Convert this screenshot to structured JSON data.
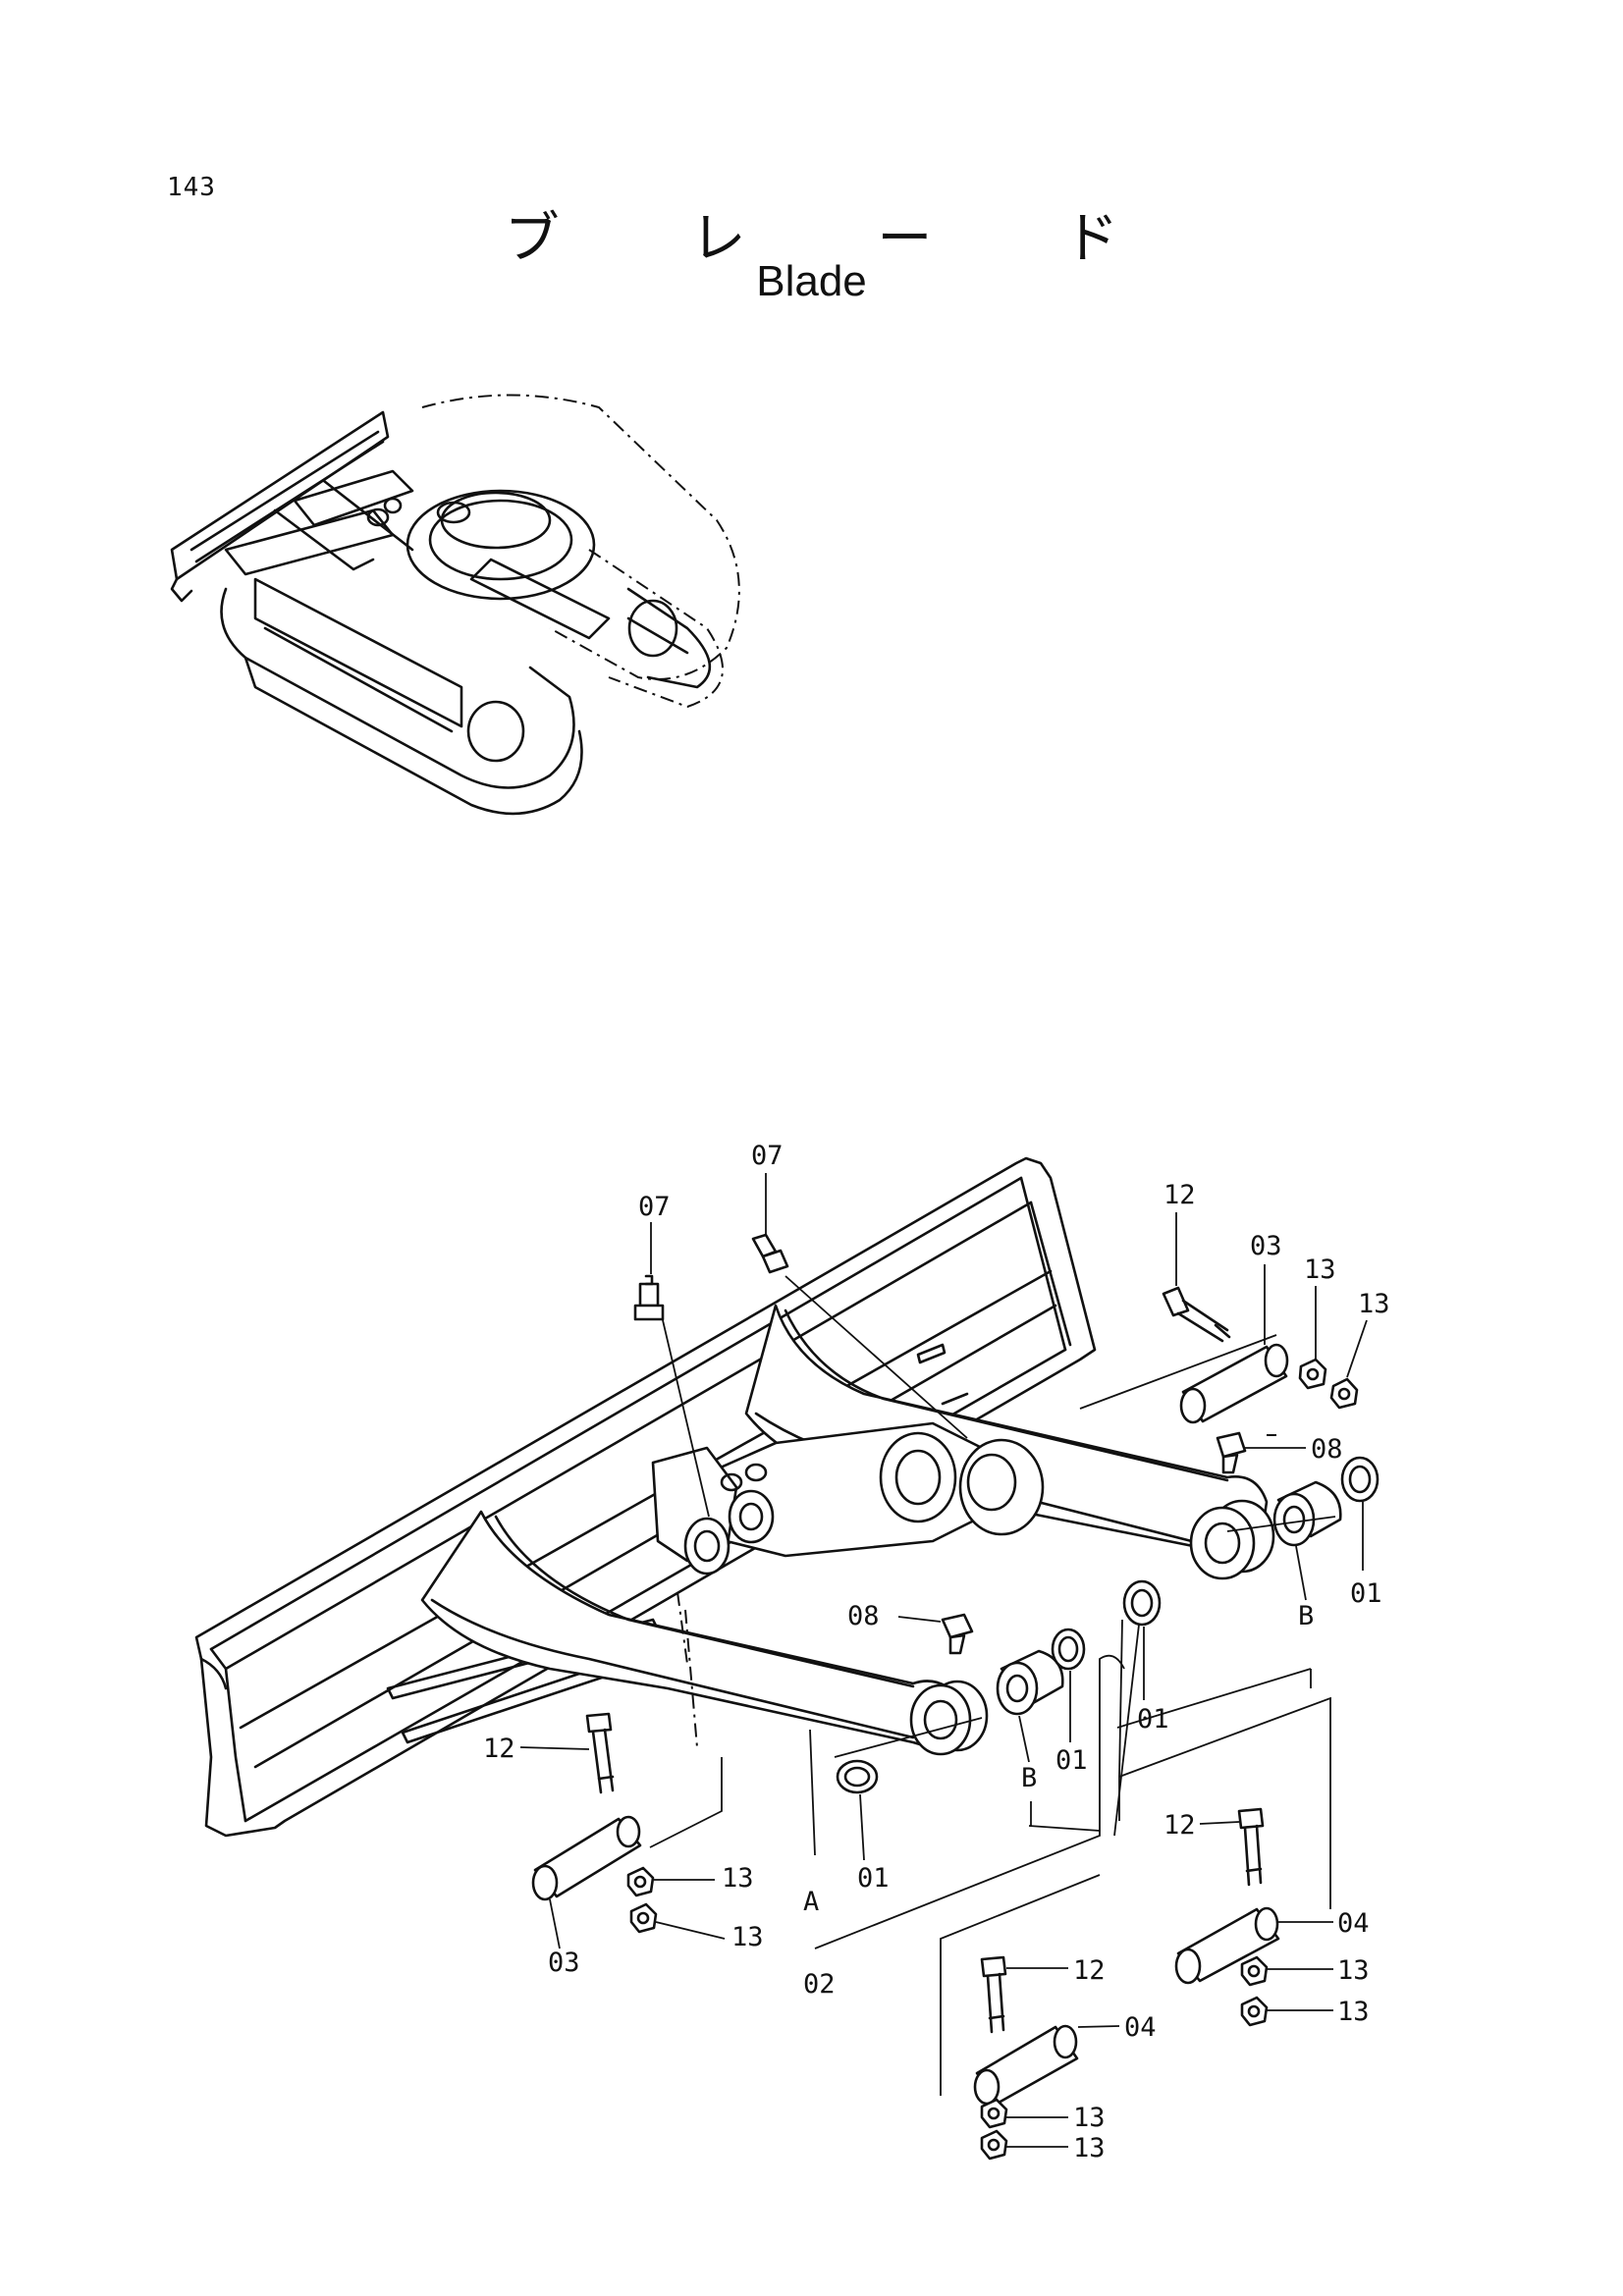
{
  "page": {
    "number": "143",
    "title_jp": "ブ レ ー ド",
    "title_en": "Blade"
  },
  "callouts": {
    "c07a": "07",
    "c07b": "07",
    "c12a": "12",
    "c03a": "03",
    "c13a": "13",
    "c13b": "13",
    "c08a": "08",
    "c01a": "01",
    "cBa": "B",
    "c08b": "08",
    "c01b": "01",
    "c01c": "01",
    "cBb": "B",
    "c12b": "12",
    "c13c": "13",
    "c13d": "13",
    "c03b": "03",
    "c01d": "01",
    "cA": "A",
    "c02": "02",
    "c12c": "12",
    "c04a": "04",
    "c13e": "13",
    "c13f": "13",
    "c12d": "12",
    "c04b": "04",
    "c13g": "13",
    "c13h": "13"
  }
}
